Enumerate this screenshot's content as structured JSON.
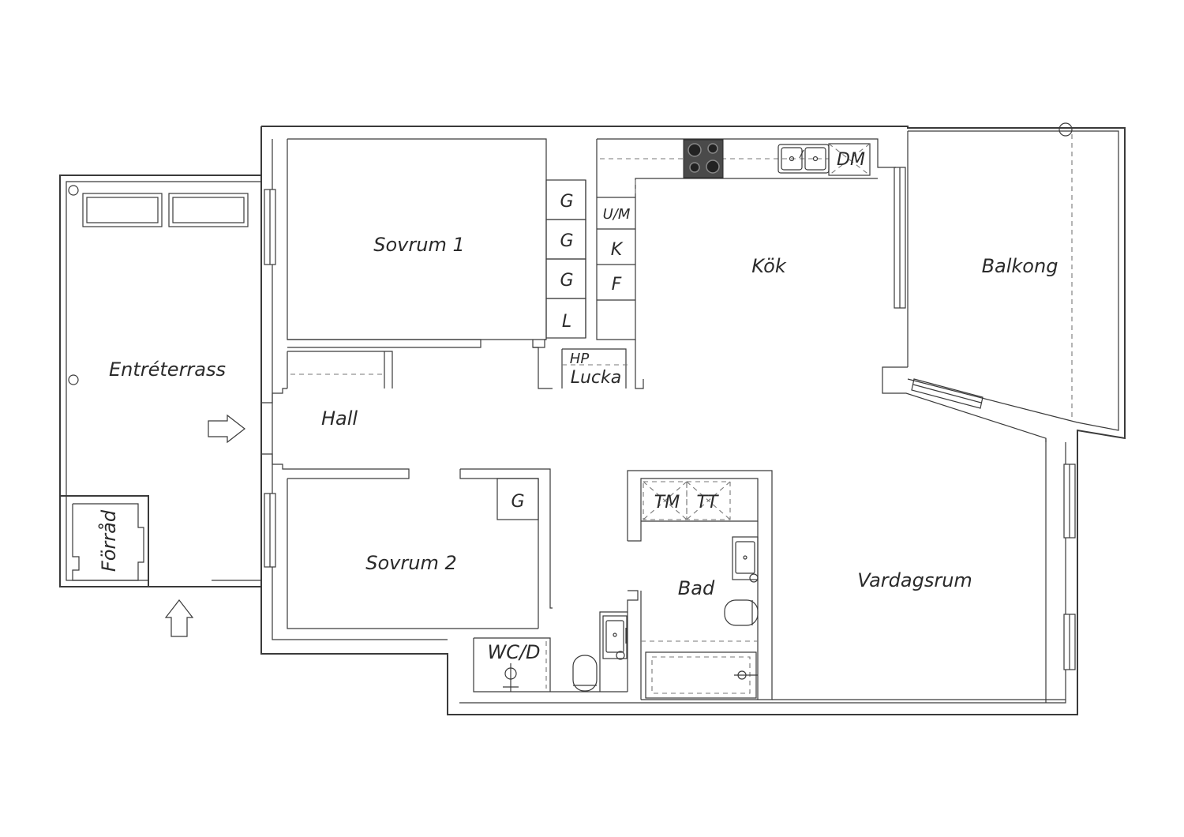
{
  "rooms": {
    "entreterrass": "Entréterrass",
    "sovrum1": "Sovrum 1",
    "kok": "Kök",
    "balkong": "Balkong",
    "hall": "Hall",
    "sovrum2": "Sovrum 2",
    "bad": "Bad",
    "vardagsrum": "Vardagsrum",
    "forrad": "Förråd",
    "wcd": "WC/D"
  },
  "fixtures": {
    "g1": "G",
    "g2": "G",
    "g3": "G",
    "l": "L",
    "um": "U/M",
    "k": "K",
    "f": "F",
    "dm": "DM",
    "hp": "HP",
    "lucka": "Lucka",
    "g4": "G",
    "tm": "TM",
    "tt": "TT"
  },
  "icons": [
    "entrance-arrow-right",
    "entrance-arrow-up",
    "stove",
    "sink",
    "toilet",
    "washbasin",
    "bathtub"
  ]
}
